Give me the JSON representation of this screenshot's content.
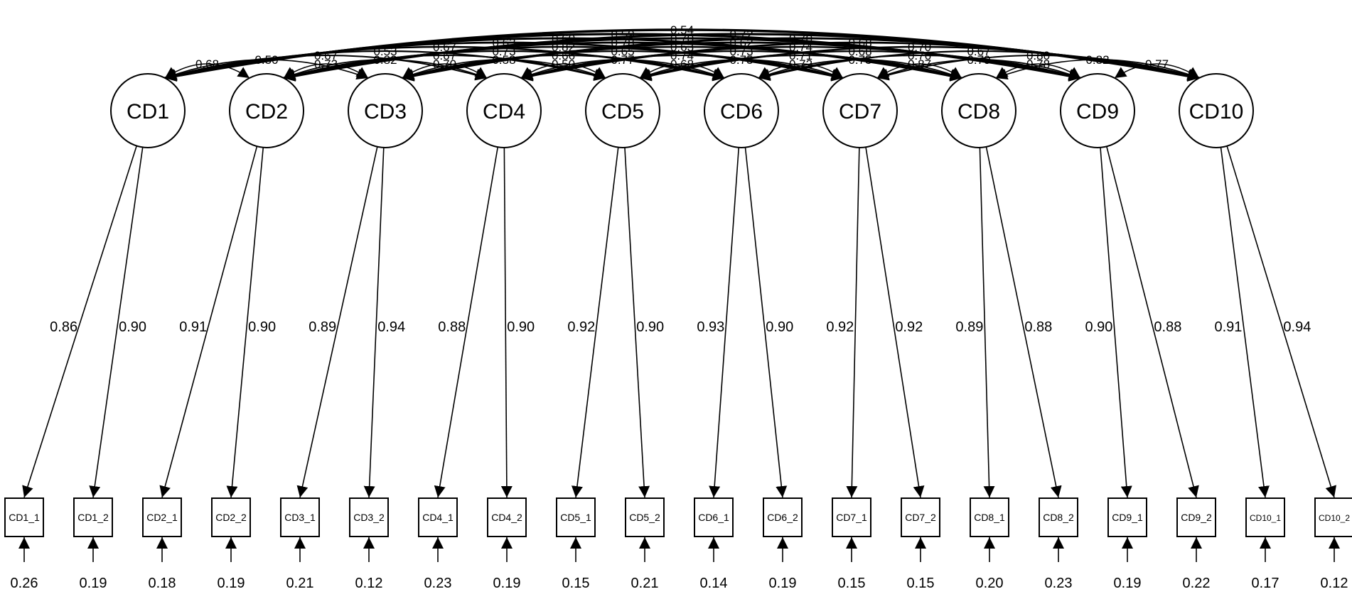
{
  "latents": [
    {
      "id": "CD1",
      "label": "CD1"
    },
    {
      "id": "CD2",
      "label": "CD2"
    },
    {
      "id": "CD3",
      "label": "CD3"
    },
    {
      "id": "CD4",
      "label": "CD4"
    },
    {
      "id": "CD5",
      "label": "CD5"
    },
    {
      "id": "CD6",
      "label": "CD6"
    },
    {
      "id": "CD7",
      "label": "CD7"
    },
    {
      "id": "CD8",
      "label": "CD8"
    },
    {
      "id": "CD9",
      "label": "CD9"
    },
    {
      "id": "CD10",
      "label": "CD10"
    }
  ],
  "indicators": [
    {
      "label": "CD1_1",
      "latent": 0,
      "loading": "0.86",
      "residual": "0.26"
    },
    {
      "label": "CD1_2",
      "latent": 0,
      "loading": "0.90",
      "residual": "0.19"
    },
    {
      "label": "CD2_1",
      "latent": 1,
      "loading": "0.91",
      "residual": "0.18"
    },
    {
      "label": "CD2_2",
      "latent": 1,
      "loading": "0.90",
      "residual": "0.19"
    },
    {
      "label": "CD3_1",
      "latent": 2,
      "loading": "0.89",
      "residual": "0.21"
    },
    {
      "label": "CD3_2",
      "latent": 2,
      "loading": "0.94",
      "residual": "0.12"
    },
    {
      "label": "CD4_1",
      "latent": 3,
      "loading": "0.88",
      "residual": "0.23"
    },
    {
      "label": "CD4_2",
      "latent": 3,
      "loading": "0.90",
      "residual": "0.19"
    },
    {
      "label": "CD5_1",
      "latent": 4,
      "loading": "0.92",
      "residual": "0.15"
    },
    {
      "label": "CD5_2",
      "latent": 4,
      "loading": "0.90",
      "residual": "0.21"
    },
    {
      "label": "CD6_1",
      "latent": 5,
      "loading": "0.93",
      "residual": "0.14"
    },
    {
      "label": "CD6_2",
      "latent": 5,
      "loading": "0.90",
      "residual": "0.19"
    },
    {
      "label": "CD7_1",
      "latent": 6,
      "loading": "0.92",
      "residual": "0.15"
    },
    {
      "label": "CD7_2",
      "latent": 6,
      "loading": "0.92",
      "residual": "0.15"
    },
    {
      "label": "CD8_1",
      "latent": 7,
      "loading": "0.89",
      "residual": "0.20"
    },
    {
      "label": "CD8_2",
      "latent": 7,
      "loading": "0.88",
      "residual": "0.23"
    },
    {
      "label": "CD9_1",
      "latent": 8,
      "loading": "0.90",
      "residual": "0.19"
    },
    {
      "label": "CD9_2",
      "latent": 8,
      "loading": "0.88",
      "residual": "0.22"
    },
    {
      "label": "CD10_1",
      "latent": 9,
      "loading": "0.91",
      "residual": "0.17"
    },
    {
      "label": "CD10_2",
      "latent": 9,
      "loading": "0.94",
      "residual": "0.12"
    }
  ],
  "covariances": [
    {
      "from": 0,
      "to": 1,
      "value": "0.68"
    },
    {
      "from": 0,
      "to": 2,
      "value": "0.50"
    },
    {
      "from": 0,
      "to": 3,
      "value": "0.67"
    },
    {
      "from": 0,
      "to": 4,
      "value": "0.53"
    },
    {
      "from": 0,
      "to": 5,
      "value": "0.67"
    },
    {
      "from": 0,
      "to": 6,
      "value": "0.63"
    },
    {
      "from": 0,
      "to": 7,
      "value": "0.60"
    },
    {
      "from": 0,
      "to": 8,
      "value": "0.59"
    },
    {
      "from": 0,
      "to": 9,
      "value": "0.54"
    },
    {
      "from": 1,
      "to": 2,
      "value": "0.73"
    },
    {
      "from": 1,
      "to": 3,
      "value": "0.82"
    },
    {
      "from": 1,
      "to": 4,
      "value": "0.67"
    },
    {
      "from": 1,
      "to": 5,
      "value": "0.73"
    },
    {
      "from": 1,
      "to": 6,
      "value": "0.82"
    },
    {
      "from": 1,
      "to": 7,
      "value": "0.78"
    },
    {
      "from": 1,
      "to": 8,
      "value": "0.70"
    },
    {
      "from": 1,
      "to": 9,
      "value": "0.72"
    },
    {
      "from": 2,
      "to": 3,
      "value": "0.70"
    },
    {
      "from": 2,
      "to": 4,
      "value": "0.58"
    },
    {
      "from": 2,
      "to": 5,
      "value": "0.66"
    },
    {
      "from": 2,
      "to": 6,
      "value": "0.65"
    },
    {
      "from": 2,
      "to": 7,
      "value": "0.63"
    },
    {
      "from": 2,
      "to": 8,
      "value": "0.62"
    },
    {
      "from": 2,
      "to": 9,
      "value": "0.70"
    },
    {
      "from": 3,
      "to": 4,
      "value": "0.50"
    },
    {
      "from": 3,
      "to": 5,
      "value": "0.77"
    },
    {
      "from": 3,
      "to": 6,
      "value": "0.74"
    },
    {
      "from": 3,
      "to": 7,
      "value": "0.73"
    },
    {
      "from": 3,
      "to": 8,
      "value": "0.74"
    },
    {
      "from": 3,
      "to": 9,
      "value": "0.68"
    },
    {
      "from": 4,
      "to": 5,
      "value": "0.68"
    },
    {
      "from": 4,
      "to": 6,
      "value": "0.75"
    },
    {
      "from": 4,
      "to": 7,
      "value": "0.71"
    },
    {
      "from": 4,
      "to": 8,
      "value": "0.68"
    },
    {
      "from": 4,
      "to": 9,
      "value": "0.70"
    },
    {
      "from": 5,
      "to": 6,
      "value": "0.72"
    },
    {
      "from": 5,
      "to": 7,
      "value": "0.75"
    },
    {
      "from": 5,
      "to": 8,
      "value": "0.76"
    },
    {
      "from": 5,
      "to": 9,
      "value": "0.67"
    },
    {
      "from": 6,
      "to": 7,
      "value": "0.87"
    },
    {
      "from": 6,
      "to": 8,
      "value": "0.79"
    },
    {
      "from": 6,
      "to": 9,
      "value": "0.80"
    },
    {
      "from": 7,
      "to": 8,
      "value": "0.78"
    },
    {
      "from": 7,
      "to": 9,
      "value": "0.82"
    },
    {
      "from": 8,
      "to": 9,
      "value": "0.77"
    }
  ]
}
